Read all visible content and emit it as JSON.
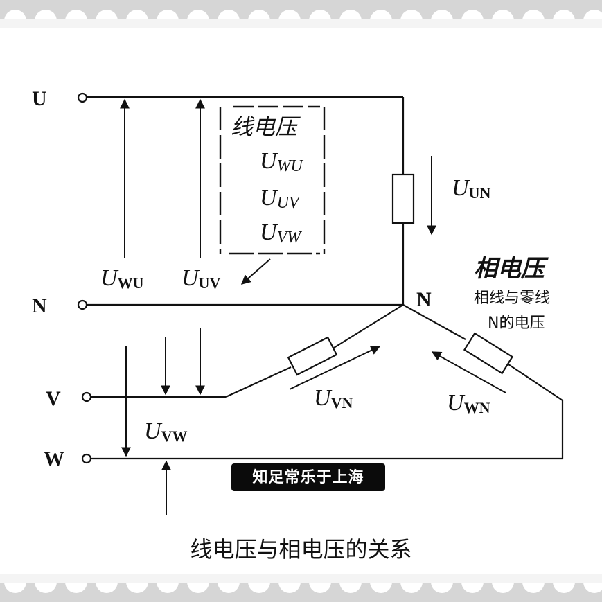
{
  "terminals": {
    "u": "U",
    "n": "N",
    "v": "V",
    "w": "W"
  },
  "star_point": "N",
  "line_voltages_box": {
    "heading": "线电压",
    "items": [
      {
        "base": "U",
        "sub": "WU"
      },
      {
        "base": "U",
        "sub": "UV"
      },
      {
        "base": "U",
        "sub": "VW"
      }
    ]
  },
  "phase_voltages_note": {
    "heading": "相电压",
    "line1": "相线与零线",
    "line2": "N的电压"
  },
  "voltages": {
    "uwu": {
      "base": "U",
      "sub": "WU"
    },
    "uuv": {
      "base": "U",
      "sub": "UV"
    },
    "uvw": {
      "base": "U",
      "sub": "VW"
    },
    "uun": {
      "base": "U",
      "sub": "UN"
    },
    "uvn": {
      "base": "U",
      "sub": "VN"
    },
    "uwn": {
      "base": "U",
      "sub": "WN"
    }
  },
  "watermark": "知足常乐于上海",
  "caption": "线电压与相电压的关系",
  "colors": {
    "line": "#111111",
    "frame": "#d9d9d9",
    "background": "#ffffff"
  }
}
